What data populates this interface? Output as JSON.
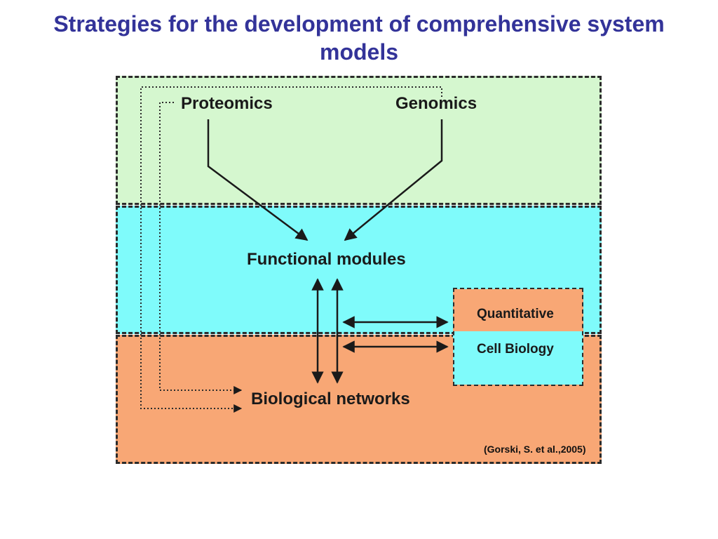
{
  "slide": {
    "title": "Strategies for the development of comprehensive system models"
  },
  "diagram": {
    "nodes": {
      "proteomics": "Proteomics",
      "genomics": "Genomics",
      "functional_modules": "Functional modules",
      "biological_networks": "Biological networks",
      "quantitative": "Quantitative",
      "cell_biology": "Cell Biology"
    },
    "citation": "(Gorski, S. et al.,2005)",
    "edges": [
      {
        "from": "Proteomics",
        "to": "Functional modules",
        "style": "solid"
      },
      {
        "from": "Genomics",
        "to": "Functional modules",
        "style": "solid"
      },
      {
        "from": "Functional modules",
        "to": "Biological networks",
        "style": "solid",
        "direction": "both"
      },
      {
        "from": "Quantitative Cell Biology",
        "to": "Functional modules",
        "style": "solid",
        "direction": "both"
      },
      {
        "from": "Quantitative Cell Biology",
        "to": "Biological networks",
        "style": "solid",
        "direction": "both"
      },
      {
        "from": "Proteomics",
        "to": "Biological networks",
        "style": "dotted"
      },
      {
        "from": "Genomics",
        "to": "Biological networks",
        "style": "dotted"
      }
    ],
    "colors": {
      "title": "#333399",
      "omics_band": "#d5f7cf",
      "modules_band": "#7ffbfb",
      "networks_band": "#f8a775",
      "border": "#2b2b2b"
    }
  }
}
